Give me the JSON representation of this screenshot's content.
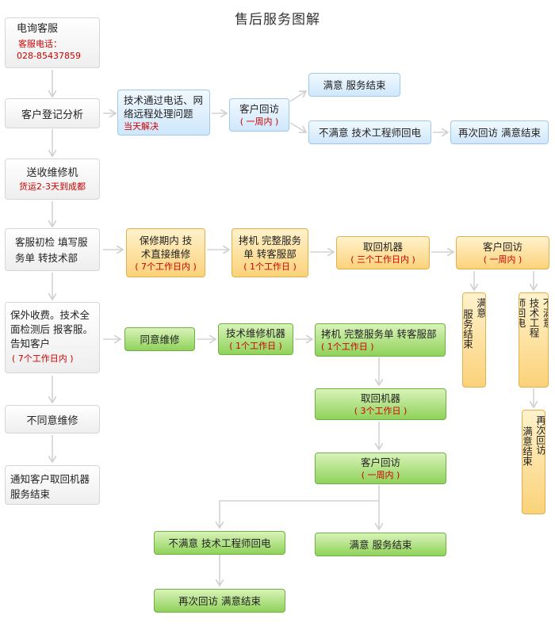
{
  "title": "售后服务图解",
  "left": {
    "s1": {
      "title": "电询客服",
      "red1": "客服电话：",
      "red2": "028-85437859"
    },
    "s2": {
      "title": "客户登记分析"
    },
    "s3": {
      "title": "送收维修机",
      "red": "货运2-3天到成都"
    },
    "s4": {
      "line1": "客服初检  填写服",
      "line2": "务单  转技术部"
    },
    "s5": {
      "line1": "保外收费。技术全",
      "line2": "面检测后 报客服。",
      "line3": "告知客户",
      "red": "( 7个工作日内 )"
    },
    "s6": {
      "title": "不同意维修"
    },
    "s7": {
      "line1": "通知客户取回机器",
      "line2": "服务结束"
    }
  },
  "blue": {
    "remote": {
      "line1": "技术通过电话、网",
      "line2": "络远程处理问题",
      "red": "当天解决"
    },
    "visit": {
      "title": "客户回访",
      "red": "( 一周内 )"
    },
    "ok": {
      "title": "满意   服务结束"
    },
    "notok": {
      "title": "不满意  技术工程师回电"
    },
    "revisit": {
      "title": "再次回访  满意结束"
    }
  },
  "orange": {
    "warranty": {
      "line1": "保修期内  技",
      "line2": "术直接维修",
      "red": "( 7个工作日内 )"
    },
    "copy": {
      "line1": "拷机 完整服务",
      "line2": "单  转客服部",
      "red": "( 1个工作日 )"
    },
    "pickup": {
      "title": "取回机器",
      "red": "( 三个工作日内 )"
    },
    "visit": {
      "title": "客户回访",
      "red": "( 一周内 )"
    },
    "ok_v": {
      "col1": "满意",
      "col2": "服务结束"
    },
    "notok_v": {
      "col1": "不满意",
      "col2": "技术工程",
      "col3": "师回电"
    },
    "revisit_v": {
      "col1": "再次回访",
      "col2": "满意结束"
    }
  },
  "green": {
    "agree": {
      "title": "同意维修"
    },
    "repair": {
      "title": "技术维修机器",
      "red": "( 1个工作日 )"
    },
    "copy": {
      "title": "拷机 完整服务单 转客服部",
      "red": "( 1个工作日 )"
    },
    "pickup": {
      "title": "取回机器",
      "red": "( 3个工作日 )"
    },
    "visit": {
      "title": "客户回访",
      "red": "( 一周内 )"
    },
    "notok": {
      "title": "不满意  技术工程师回电"
    },
    "ok": {
      "title": "满意   服务结束"
    },
    "revisit": {
      "title": "再次回访  满意结束"
    }
  }
}
